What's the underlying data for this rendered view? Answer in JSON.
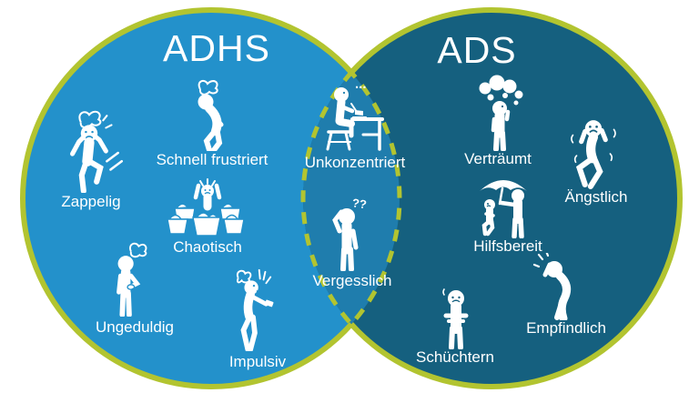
{
  "venn": {
    "background_color": "#ffffff",
    "border_color": "#b2c430",
    "text_color": "#ffffff",
    "left_circle": {
      "title": "ADHS",
      "fill_color": "#2391cb",
      "items": [
        {
          "label": "Zappelig",
          "icon": "fidgety-person-icon"
        },
        {
          "label": "Schnell frustriert",
          "icon": "frustrated-person-icon"
        },
        {
          "label": "Chaotisch",
          "icon": "laundry-baskets-chaos-icon"
        },
        {
          "label": "Ungeduldig",
          "icon": "checking-watch-person-icon"
        },
        {
          "label": "Impulsiv",
          "icon": "shouting-at-phone-person-icon"
        }
      ]
    },
    "overlap": {
      "fill_color": "#1f7dad",
      "items": [
        {
          "label": "Unkonzentriert",
          "icon": "distracted-at-desk-person-icon",
          "icon_glyph": "..."
        },
        {
          "label": "Vergesslich",
          "icon": "scratching-head-person-icon",
          "icon_glyph": "??"
        }
      ]
    },
    "right_circle": {
      "title": "ADS",
      "fill_color": "#15607f",
      "items": [
        {
          "label": "Verträumt",
          "icon": "daydreaming-person-icon"
        },
        {
          "label": "Ängstlich",
          "icon": "anxious-person-icon"
        },
        {
          "label": "Hilfsbereit",
          "icon": "umbrella-helping-person-icon"
        },
        {
          "label": "Schüchtern",
          "icon": "shy-crossed-arms-person-icon"
        },
        {
          "label": "Empfindlich",
          "icon": "crying-person-icon"
        }
      ]
    }
  }
}
